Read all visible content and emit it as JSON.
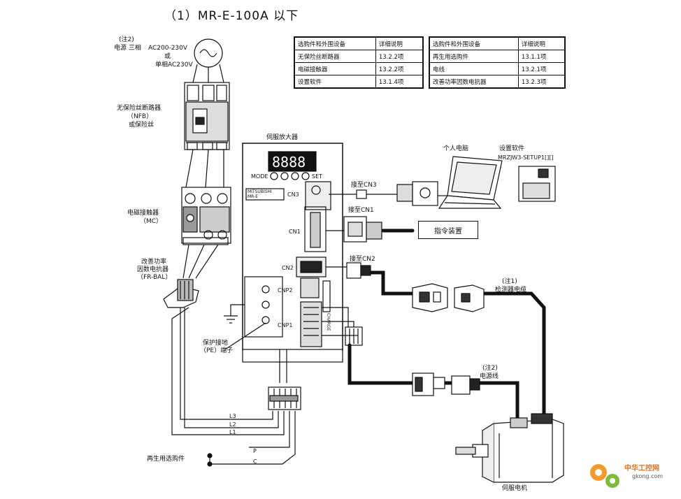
{
  "title": "（1）MR-E-100A 以下",
  "power": {
    "note": "(注2)",
    "label": "电源 三相",
    "voltage_1": "AC200-230V",
    "or": "或",
    "voltage_2": "单相AC230V"
  },
  "breaker": {
    "label": "无保险丝断路器",
    "abbr": "（NFB）",
    "or_fuse": "或保险丝"
  },
  "contactor": {
    "label": "电磁接触器",
    "abbr": "（MC）"
  },
  "reactor": {
    "label_1": "改善功率",
    "label_2": "因数电抗器",
    "abbr": "（FR-BAL）"
  },
  "amplifier": {
    "label": "伺服放大器",
    "mode": "MODE",
    "set": "SET",
    "brand_1": "MITSUBISHI",
    "brand_2": "MR-E",
    "cn3": "CN3",
    "cn1": "CN1",
    "cn2": "CN2",
    "cnp2": "CNP2",
    "cnp1": "CNP1",
    "charge": "CHARGE"
  },
  "ground": {
    "label_1": "保护接地",
    "label_2": "（PE）端子"
  },
  "connections": {
    "to_cn3": "接至CN3",
    "to_cn1": "接至CN1",
    "to_cn2": "接至CN2"
  },
  "pc": {
    "label": "个人电脑"
  },
  "software": {
    "label": "设置软件",
    "model": "MRZJW3-SETUP1[][]"
  },
  "command_device": "指令装置",
  "encoder_cable": {
    "note": "(注1)",
    "label": "检测器电缆"
  },
  "power_cable": {
    "note": "(注2)",
    "label": "电源线"
  },
  "motor": {
    "label": "伺服电机"
  },
  "regen": {
    "label": "再生用选购件"
  },
  "terminals": [
    "L3",
    "L2",
    "L1",
    "P",
    "C"
  ],
  "table_left": {
    "headers": [
      "选购件和外围设备",
      "详细说明"
    ],
    "rows": [
      [
        "无保险丝断路器",
        "13.2.2项"
      ],
      [
        "电磁接触器",
        "13.2.2项"
      ],
      [
        "设置软件",
        "13.1.4项"
      ]
    ]
  },
  "table_right": {
    "headers": [
      "选购件和外围设备",
      "详细说明"
    ],
    "rows": [
      [
        "再生用选购件",
        "13.1.1项"
      ],
      [
        "电线",
        "13.2.1项"
      ],
      [
        "改善功率因数电抗器",
        "13.2.3项"
      ]
    ]
  },
  "watermark": {
    "text": "中华工控网",
    "sub": "gkong.com"
  }
}
